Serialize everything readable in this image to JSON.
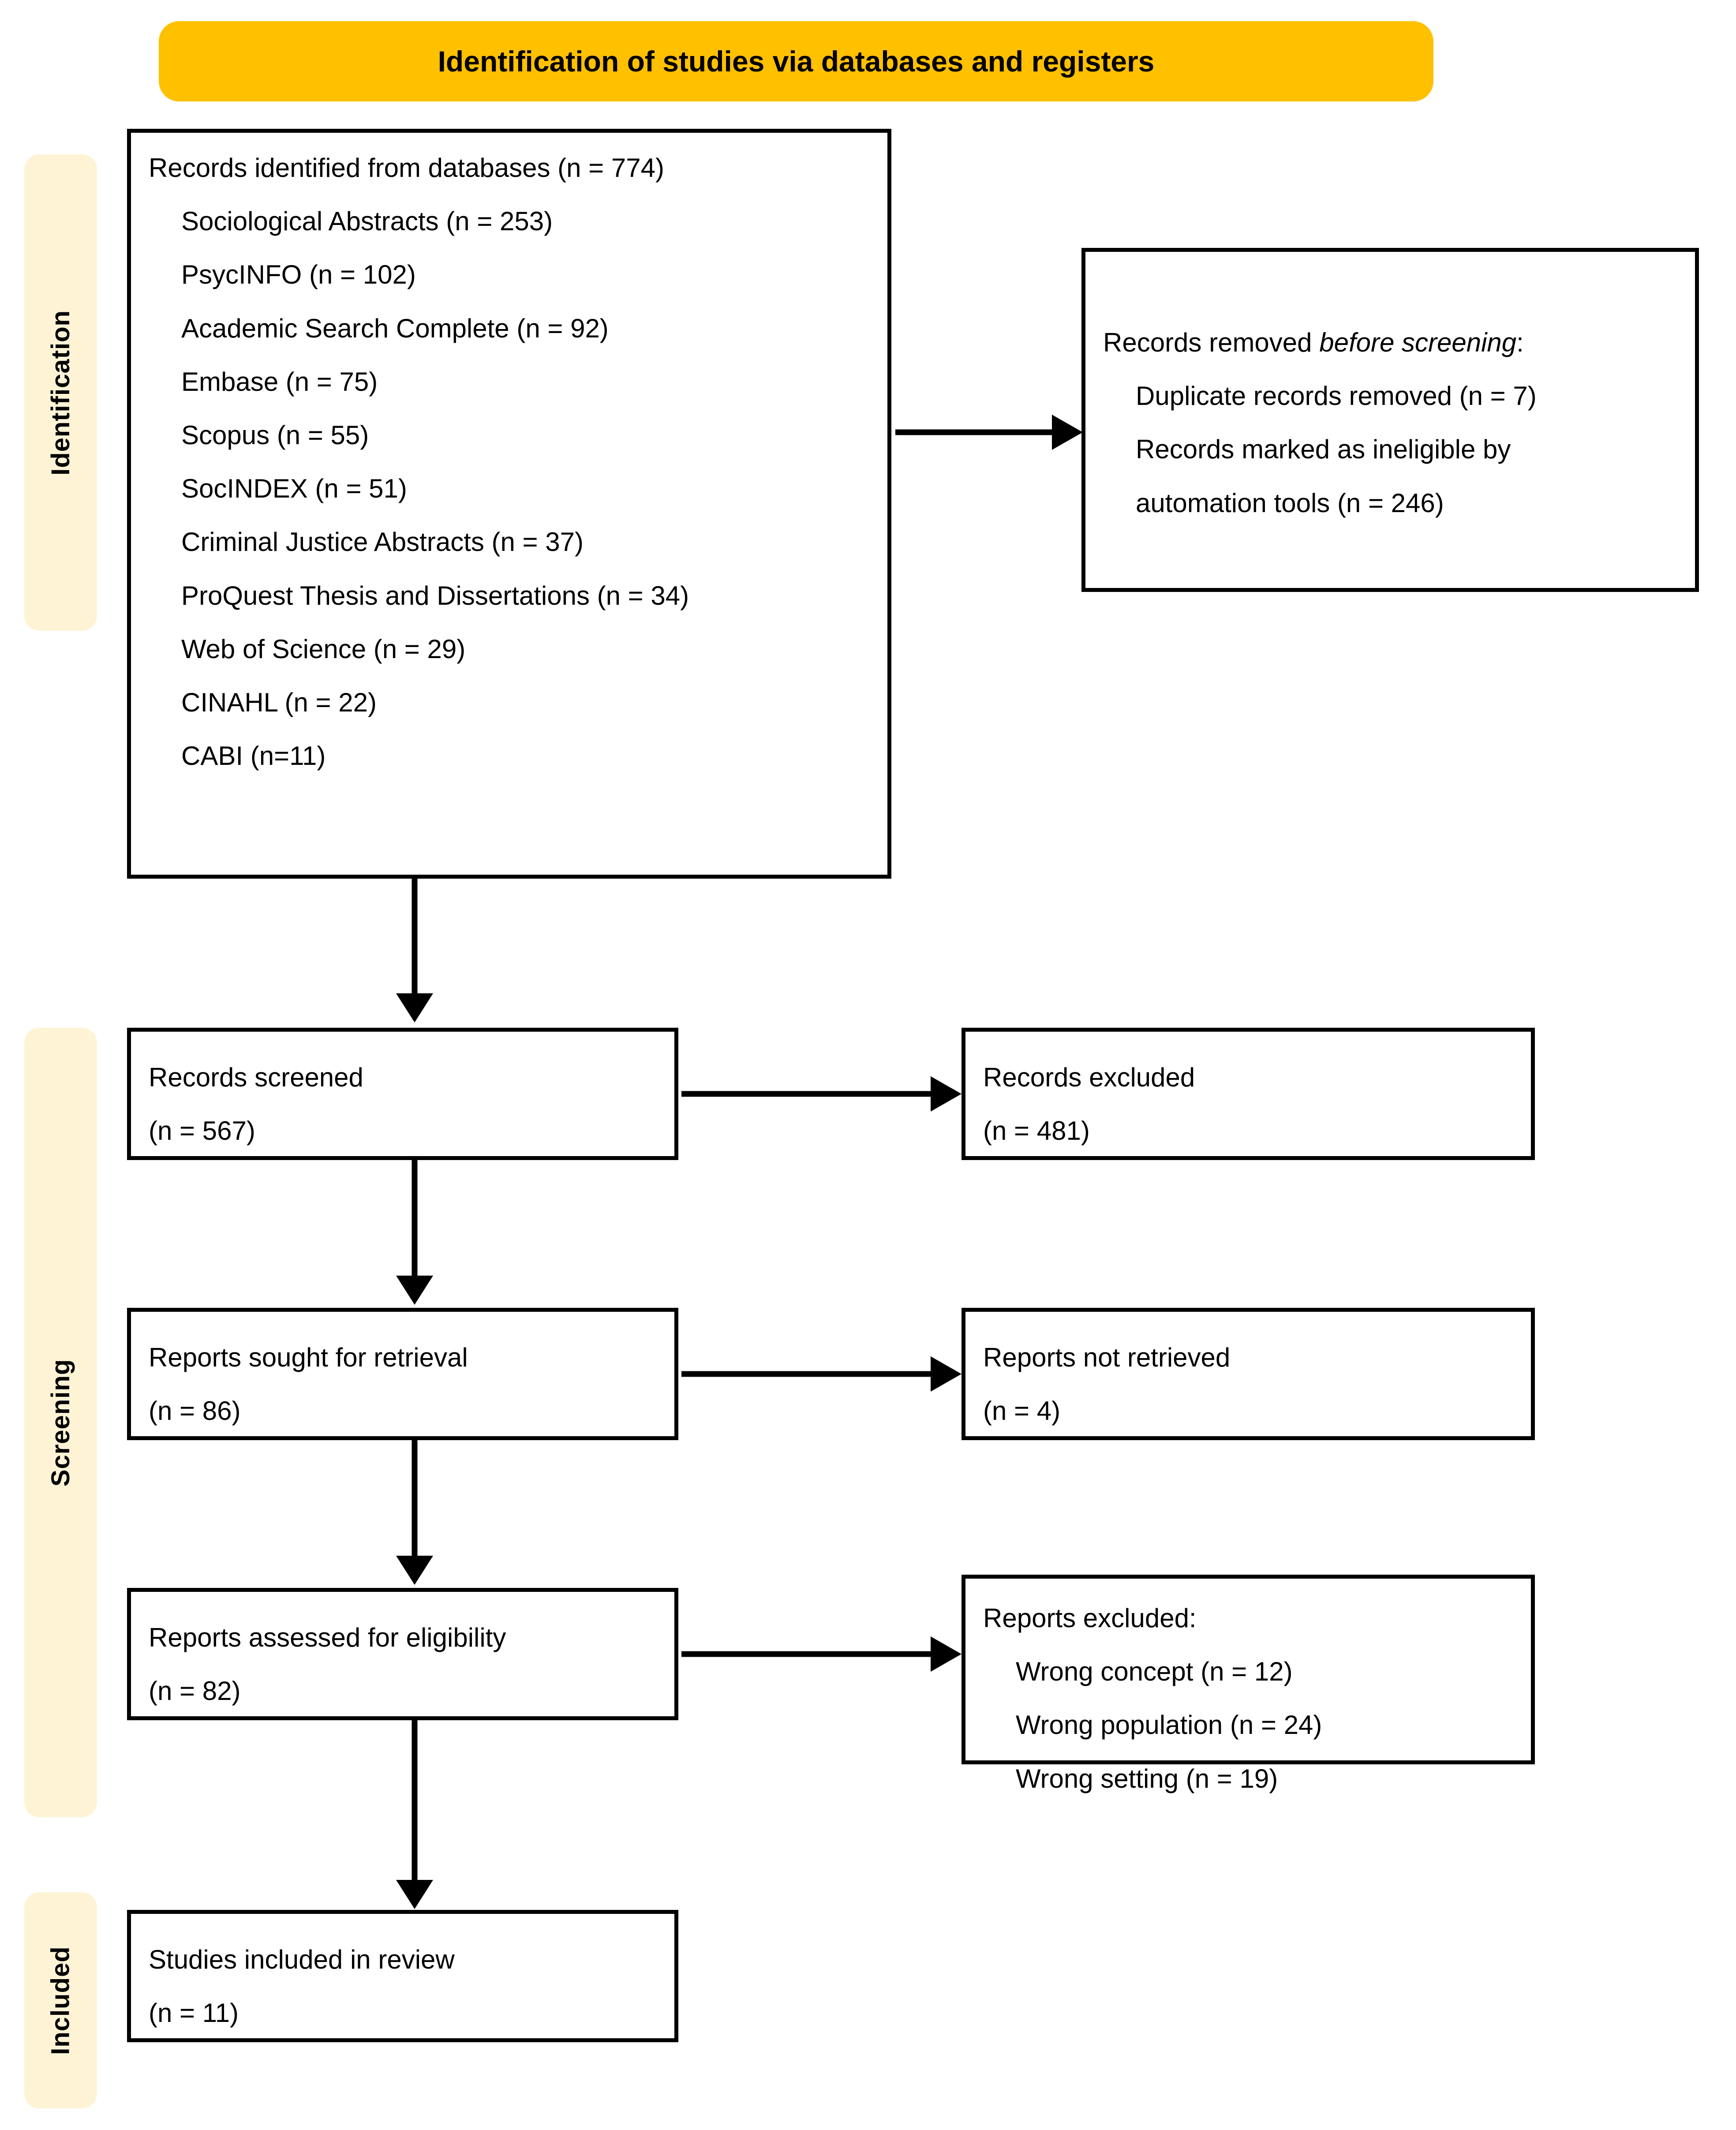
{
  "diagram": {
    "type": "prisma-flow-diagram",
    "title": "PRISMA 2020 flow diagram: Identification of studies via databases and registers"
  },
  "banner": {
    "identification_title": "Identification of studies via databases and registers"
  },
  "phases": [
    {
      "id": "identification",
      "label": "Identification"
    },
    {
      "id": "screening",
      "label": "Screening"
    },
    {
      "id": "included",
      "label": "Included"
    }
  ],
  "boxes": {
    "records_identified": {
      "heading": "Records identified from databases (n = 774)",
      "sources": [
        "Sociological Abstracts (n = 253)",
        "PsycINFO (n = 102)",
        "Academic Search Complete (n = 92)",
        "Embase (n = 75)",
        "Scopus (n = 55)",
        "SocINDEX (n = 51)",
        "Criminal Justice Abstracts (n = 37)",
        "ProQuest Thesis and Dissertations (n = 34)",
        "Web of Science (n = 29)",
        "CINAHL (n = 22)",
        "CABI (n=11)"
      ]
    },
    "records_removed": {
      "heading_prefix": "Records removed ",
      "heading_italic": "before screening",
      "heading_suffix": ":",
      "items": [
        "Duplicate records removed (n = 7)",
        "Records marked as ineligible by",
        "automation tools (n = 246)"
      ]
    },
    "records_screened": {
      "label": "Records screened",
      "count": "(n = 567)"
    },
    "records_excluded": {
      "label": "Records excluded",
      "count": "(n = 481)"
    },
    "reports_sought": {
      "label": "Reports sought for retrieval",
      "count": "(n = 86)"
    },
    "reports_not_retrieved": {
      "label": "Reports not retrieved",
      "count": "(n = 4)"
    },
    "reports_assessed": {
      "label": "Reports assessed for eligibility",
      "count": "(n = 82)"
    },
    "reports_excluded": {
      "heading": "Reports excluded:",
      "reasons": [
        "Wrong concept (n = 12)",
        "Wrong population (n = 24)",
        "Wrong setting (n = 19)"
      ]
    },
    "studies_included": {
      "label": "Studies included in review",
      "count": "(n = 11)"
    }
  },
  "colors": {
    "banner": "#FFC000",
    "phase_strip": "#FEF3D5",
    "box_border": "#000000",
    "text": "#000000",
    "background": "#FFFFFF"
  },
  "chart_data": {
    "type": "diagram",
    "title": "Identification of studies via databases and registers",
    "nodes": [
      {
        "id": "records_identified",
        "stage": "Identification",
        "label": "Records identified from databases",
        "n": 774
      },
      {
        "id": "sociological_abstracts",
        "stage": "Identification",
        "label": "Sociological Abstracts",
        "n": 253
      },
      {
        "id": "psycinfo",
        "stage": "Identification",
        "label": "PsycINFO",
        "n": 102
      },
      {
        "id": "academic_search_complete",
        "stage": "Identification",
        "label": "Academic Search Complete",
        "n": 92
      },
      {
        "id": "embase",
        "stage": "Identification",
        "label": "Embase",
        "n": 75
      },
      {
        "id": "scopus",
        "stage": "Identification",
        "label": "Scopus",
        "n": 55
      },
      {
        "id": "socindex",
        "stage": "Identification",
        "label": "SocINDEX",
        "n": 51
      },
      {
        "id": "criminal_justice_abstracts",
        "stage": "Identification",
        "label": "Criminal Justice Abstracts",
        "n": 37
      },
      {
        "id": "proquest",
        "stage": "Identification",
        "label": "ProQuest Thesis and Dissertations",
        "n": 34
      },
      {
        "id": "web_of_science",
        "stage": "Identification",
        "label": "Web of Science",
        "n": 29
      },
      {
        "id": "cinahl",
        "stage": "Identification",
        "label": "CINAHL",
        "n": 22
      },
      {
        "id": "cabi",
        "stage": "Identification",
        "label": "CABI",
        "n": 11
      },
      {
        "id": "duplicates_removed",
        "stage": "Identification",
        "label": "Duplicate records removed",
        "n": 7
      },
      {
        "id": "ineligible_automation",
        "stage": "Identification",
        "label": "Records marked as ineligible by automation tools",
        "n": 246
      },
      {
        "id": "records_screened",
        "stage": "Screening",
        "label": "Records screened",
        "n": 567
      },
      {
        "id": "records_excluded",
        "stage": "Screening",
        "label": "Records excluded",
        "n": 481
      },
      {
        "id": "reports_sought",
        "stage": "Screening",
        "label": "Reports sought for retrieval",
        "n": 86
      },
      {
        "id": "reports_not_retrieved",
        "stage": "Screening",
        "label": "Reports not retrieved",
        "n": 4
      },
      {
        "id": "reports_assessed",
        "stage": "Screening",
        "label": "Reports assessed for eligibility",
        "n": 82
      },
      {
        "id": "wrong_concept",
        "stage": "Screening",
        "label": "Wrong concept",
        "n": 12
      },
      {
        "id": "wrong_population",
        "stage": "Screening",
        "label": "Wrong population",
        "n": 24
      },
      {
        "id": "wrong_setting",
        "stage": "Screening",
        "label": "Wrong setting",
        "n": 19
      },
      {
        "id": "studies_included",
        "stage": "Included",
        "label": "Studies included in review",
        "n": 11
      }
    ],
    "edges": [
      {
        "from": "records_identified",
        "to": "records_removed",
        "direction": "right"
      },
      {
        "from": "records_identified",
        "to": "records_screened",
        "direction": "down"
      },
      {
        "from": "records_screened",
        "to": "records_excluded",
        "direction": "right"
      },
      {
        "from": "records_screened",
        "to": "reports_sought",
        "direction": "down"
      },
      {
        "from": "reports_sought",
        "to": "reports_not_retrieved",
        "direction": "right"
      },
      {
        "from": "reports_sought",
        "to": "reports_assessed",
        "direction": "down"
      },
      {
        "from": "reports_assessed",
        "to": "reports_excluded",
        "direction": "right"
      },
      {
        "from": "reports_assessed",
        "to": "studies_included",
        "direction": "down"
      }
    ]
  }
}
